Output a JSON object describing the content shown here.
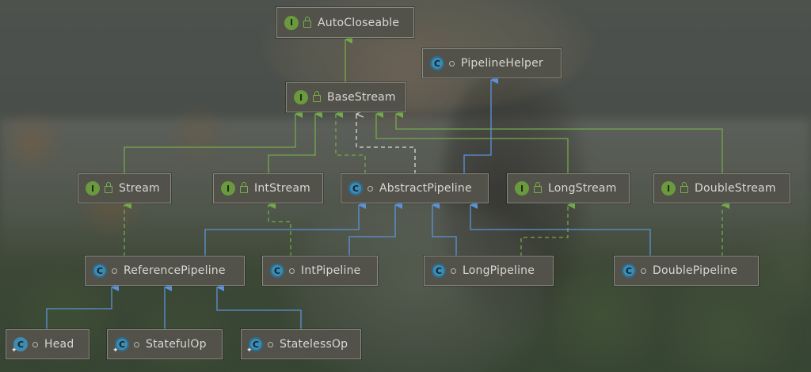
{
  "diagram": {
    "nodes": [
      {
        "id": "AutoCloseable",
        "label": "AutoCloseable",
        "kind": "interface",
        "badge": "I"
      },
      {
        "id": "BaseStream",
        "label": "BaseStream",
        "kind": "interface",
        "badge": "I"
      },
      {
        "id": "PipelineHelper",
        "label": "PipelineHelper",
        "kind": "abstract-class",
        "badge": "C"
      },
      {
        "id": "Stream",
        "label": "Stream",
        "kind": "interface",
        "badge": "I"
      },
      {
        "id": "IntStream",
        "label": "IntStream",
        "kind": "interface",
        "badge": "I"
      },
      {
        "id": "AbstractPipeline",
        "label": "AbstractPipeline",
        "kind": "abstract-class",
        "badge": "C"
      },
      {
        "id": "LongStream",
        "label": "LongStream",
        "kind": "interface",
        "badge": "I"
      },
      {
        "id": "DoubleStream",
        "label": "DoubleStream",
        "kind": "interface",
        "badge": "I"
      },
      {
        "id": "ReferencePipeline",
        "label": "ReferencePipeline",
        "kind": "abstract-class",
        "badge": "C"
      },
      {
        "id": "IntPipeline",
        "label": "IntPipeline",
        "kind": "abstract-class",
        "badge": "C"
      },
      {
        "id": "LongPipeline",
        "label": "LongPipeline",
        "kind": "abstract-class",
        "badge": "C"
      },
      {
        "id": "DoublePipeline",
        "label": "DoublePipeline",
        "kind": "abstract-class",
        "badge": "C"
      },
      {
        "id": "Head",
        "label": "Head",
        "kind": "class",
        "badge": "C"
      },
      {
        "id": "StatefulOp",
        "label": "StatefulOp",
        "kind": "abstract-class",
        "badge": "C"
      },
      {
        "id": "StatelessOp",
        "label": "StatelessOp",
        "kind": "abstract-class",
        "badge": "C"
      }
    ],
    "edges": [
      {
        "from": "BaseStream",
        "to": "AutoCloseable",
        "type": "extends"
      },
      {
        "from": "Stream",
        "to": "BaseStream",
        "type": "extends"
      },
      {
        "from": "IntStream",
        "to": "BaseStream",
        "type": "extends"
      },
      {
        "from": "LongStream",
        "to": "BaseStream",
        "type": "extends"
      },
      {
        "from": "DoubleStream",
        "to": "BaseStream",
        "type": "extends"
      },
      {
        "from": "AbstractPipeline",
        "to": "BaseStream",
        "type": "implements"
      },
      {
        "from": "AbstractPipeline",
        "to": "PipelineHelper",
        "type": "extends-class"
      },
      {
        "from": "ReferencePipeline",
        "to": "Stream",
        "type": "implements"
      },
      {
        "from": "IntPipeline",
        "to": "IntStream",
        "type": "implements"
      },
      {
        "from": "LongPipeline",
        "to": "LongStream",
        "type": "implements"
      },
      {
        "from": "DoublePipeline",
        "to": "DoubleStream",
        "type": "implements"
      },
      {
        "from": "ReferencePipeline",
        "to": "AbstractPipeline",
        "type": "extends-class"
      },
      {
        "from": "IntPipeline",
        "to": "AbstractPipeline",
        "type": "extends-class"
      },
      {
        "from": "LongPipeline",
        "to": "AbstractPipeline",
        "type": "extends-class"
      },
      {
        "from": "DoublePipeline",
        "to": "AbstractPipeline",
        "type": "extends-class"
      },
      {
        "from": "Head",
        "to": "ReferencePipeline",
        "type": "extends-class"
      },
      {
        "from": "StatefulOp",
        "to": "ReferencePipeline",
        "type": "extends-class"
      },
      {
        "from": "StatelessOp",
        "to": "ReferencePipeline",
        "type": "extends-class"
      }
    ],
    "colors": {
      "interface_badge": "#6a9a3e",
      "class_badge": "#3f8bb0",
      "interface_edge": "#74a94a",
      "class_edge": "#5b93d8",
      "dashed_white_edge": "#d8d8d8",
      "node_bg": "#52514a",
      "node_border": "#8b8a80",
      "text": "#d8d8d2"
    }
  }
}
